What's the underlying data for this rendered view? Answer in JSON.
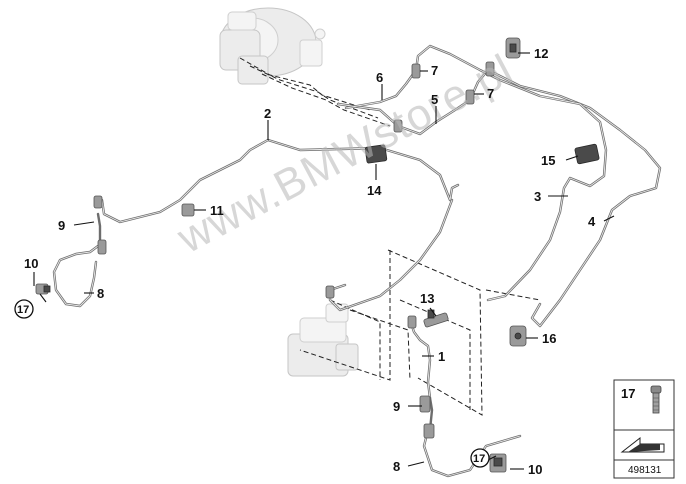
{
  "watermark": "www.BMWstore.pl",
  "callouts": {
    "c1": "1",
    "c2": "2",
    "c3": "3",
    "c4": "4",
    "c5": "5",
    "c6": "6",
    "c7a": "7",
    "c7b": "7",
    "c8a": "8",
    "c8b": "8",
    "c9a": "9",
    "c9b": "9",
    "c10a": "10",
    "c10b": "10",
    "c11": "11",
    "c12": "12",
    "c13": "13",
    "c14": "14",
    "c15": "15",
    "c16": "16",
    "c17a": "17",
    "c17b": "17"
  },
  "legend": {
    "item_number": "17"
  },
  "reference_number": "498131"
}
